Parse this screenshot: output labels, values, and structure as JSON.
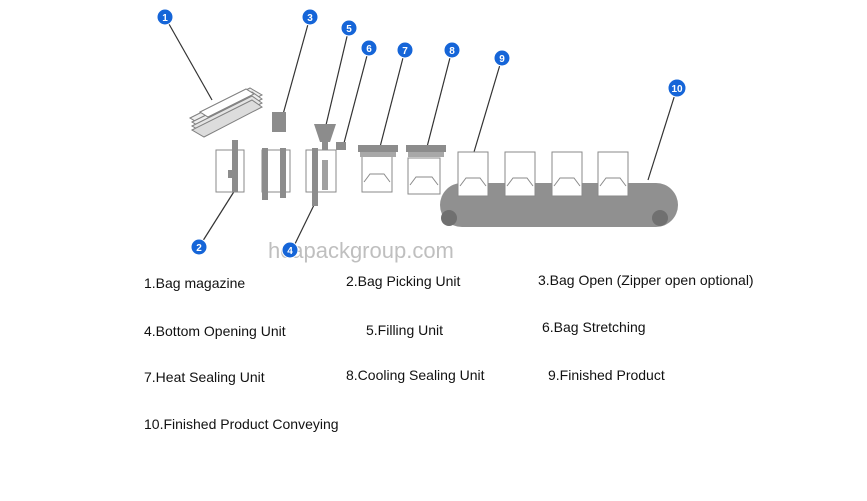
{
  "diagram": {
    "watermark": "hcapackgroup.com",
    "badge_color": "#1565d8",
    "badges": [
      "1",
      "2",
      "3",
      "4",
      "5",
      "6",
      "7",
      "8",
      "9",
      "10"
    ]
  },
  "legend": [
    "1.Bag magazine",
    "2.Bag Picking Unit",
    "3.Bag Open (Zipper open optional)",
    "4.Bottom Opening Unit",
    "5.Filling Unit",
    "6.Bag Stretching",
    "7.Heat Sealing Unit",
    "8.Cooling Sealing Unit",
    "9.Finished Product",
    "10.Finished Product Conveying"
  ]
}
